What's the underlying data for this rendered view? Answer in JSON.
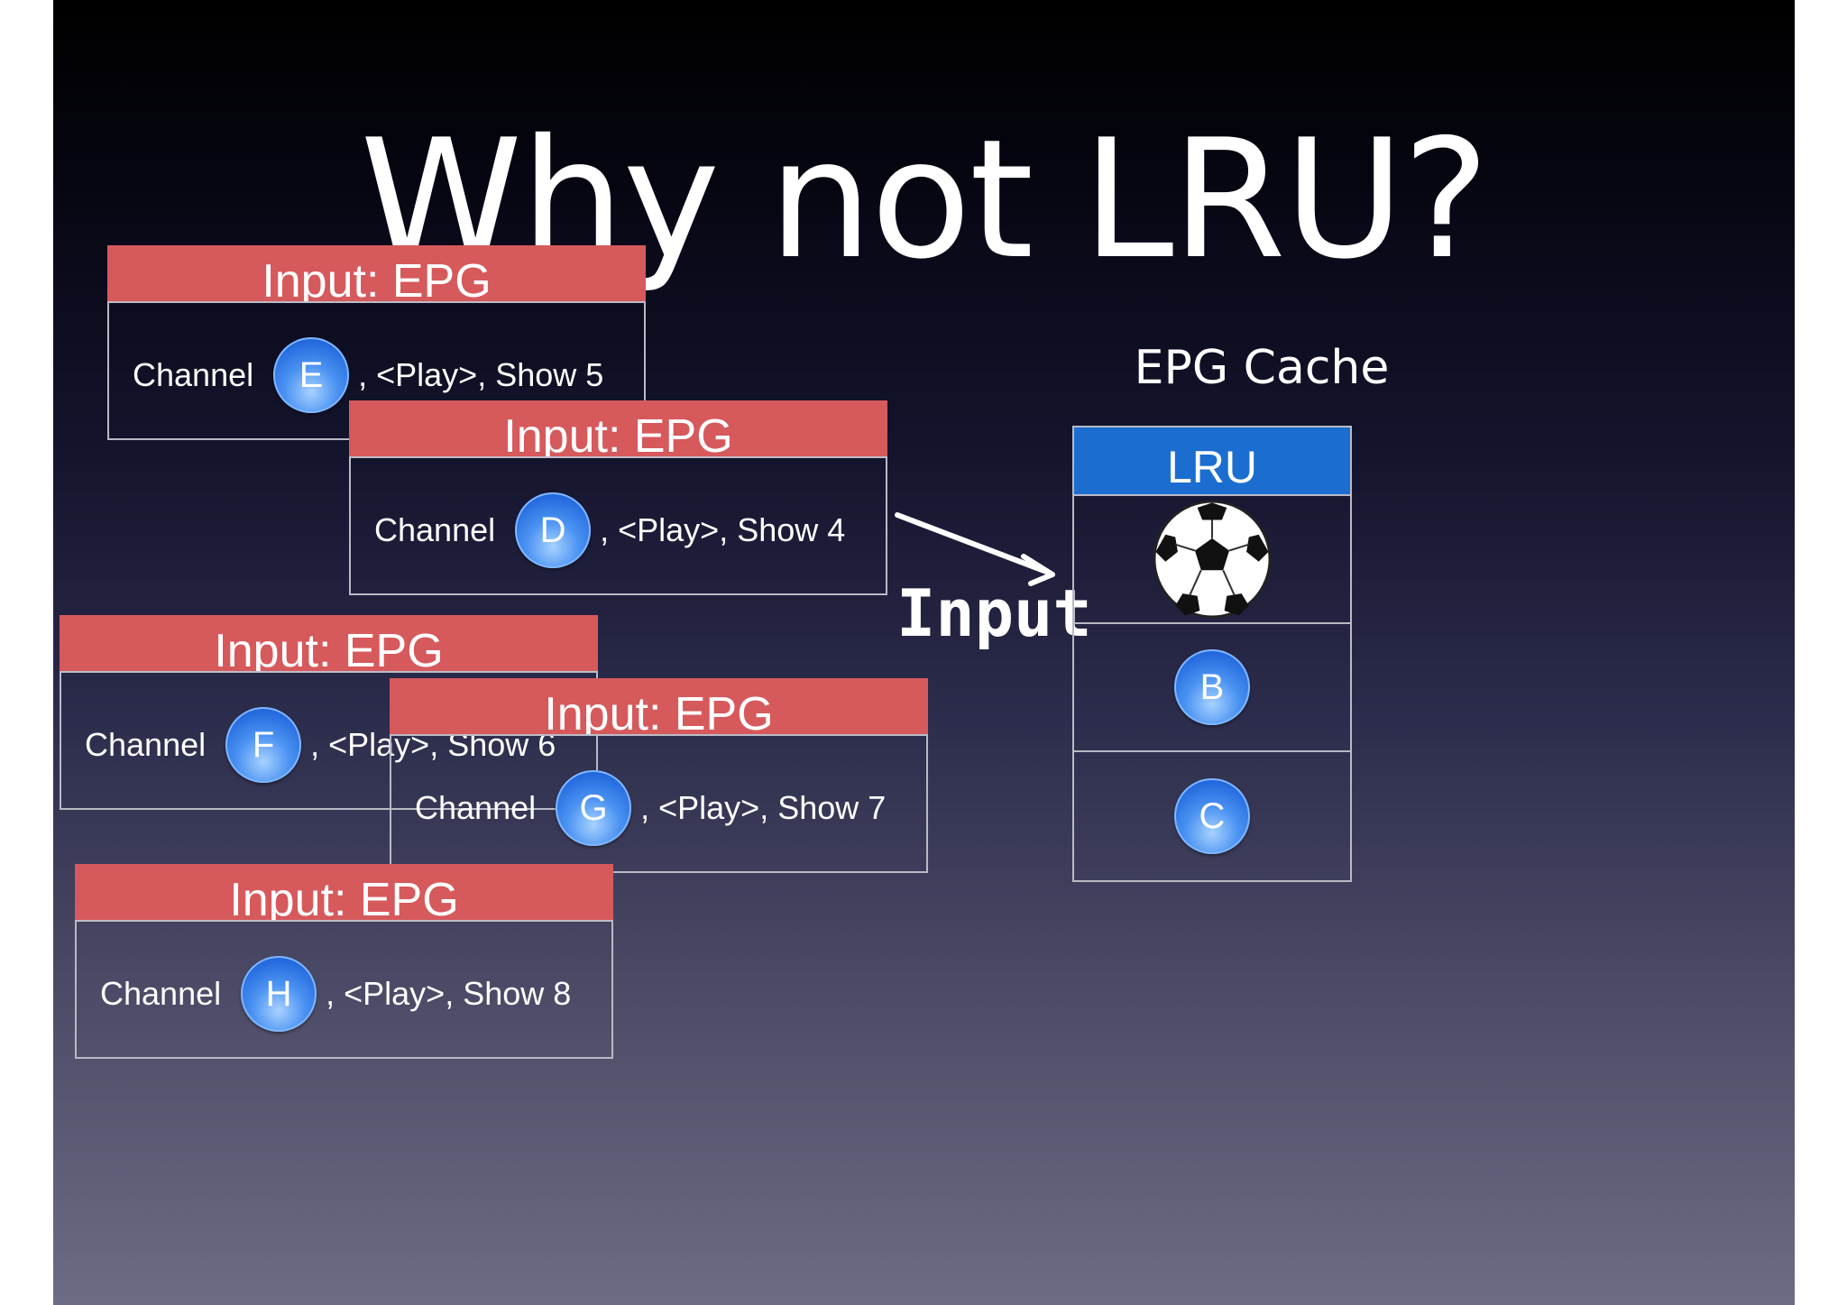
{
  "title": "Why not LRU?",
  "cards": [
    {
      "header": "Input: EPG",
      "channel_label": "Channel",
      "channel": "E",
      "rest": ", <Play>, Show 5"
    },
    {
      "header": "Input: EPG",
      "channel_label": "Channel",
      "channel": "D",
      "rest": ", <Play>, Show 4"
    },
    {
      "header": "Input: EPG",
      "channel_label": "Channel",
      "channel": "F",
      "rest": ", <Play>, Show 6"
    },
    {
      "header": "Input: EPG",
      "channel_label": "Channel",
      "channel": "G",
      "rest": ", <Play>, Show 7"
    },
    {
      "header": "Input: EPG",
      "channel_label": "Channel",
      "channel": "H",
      "rest": ", <Play>, Show 8"
    }
  ],
  "arrow_label": "Input",
  "cache": {
    "title": "EPG Cache",
    "policy": "LRU",
    "slots": [
      {
        "type": "icon",
        "icon": "soccer-ball-icon"
      },
      {
        "type": "letter",
        "label": "B"
      },
      {
        "type": "letter",
        "label": "C"
      }
    ]
  }
}
